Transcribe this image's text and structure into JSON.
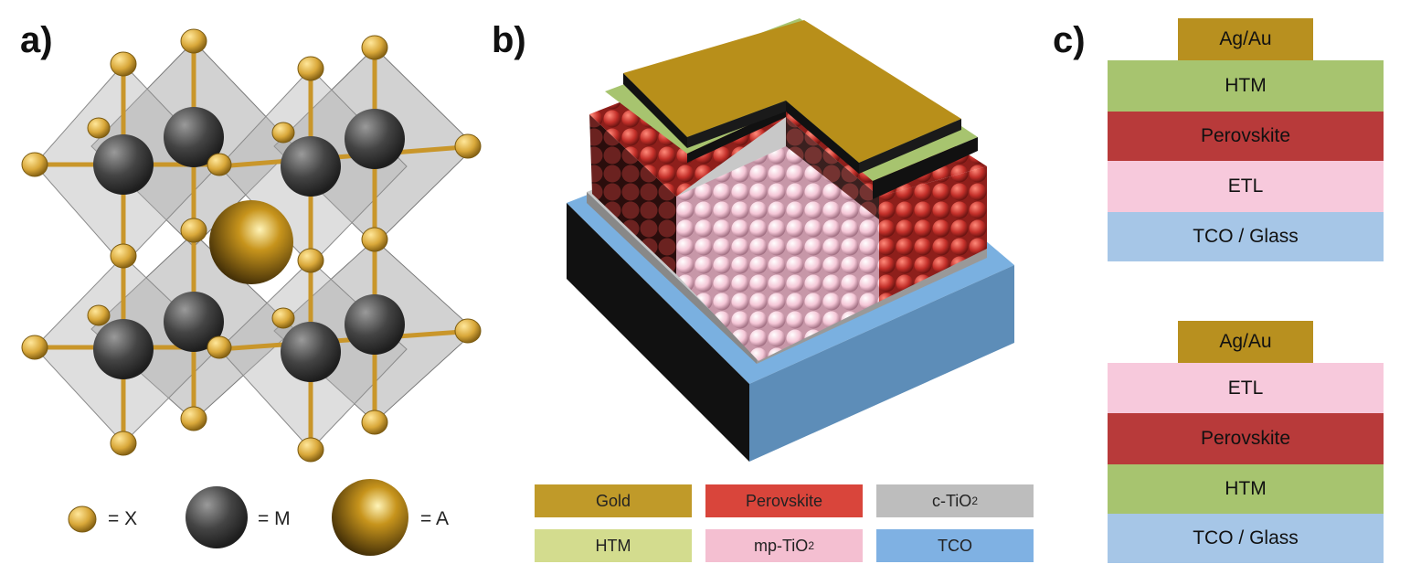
{
  "panel_a": {
    "label": "a)",
    "legend": [
      {
        "key": "X",
        "text": "= X"
      },
      {
        "key": "M",
        "text": "= M"
      },
      {
        "key": "A",
        "text": "= A"
      }
    ]
  },
  "panel_b": {
    "label": "b)",
    "legend": [
      {
        "text": "Gold",
        "color": "#c09a29"
      },
      {
        "text": "Perovskite",
        "color": "#d9453b"
      },
      {
        "text": "c-TiO",
        "sub": "2",
        "color": "#bdbdbd"
      },
      {
        "text": "HTM",
        "color": "#d3dc8e"
      },
      {
        "text": "mp-TiO",
        "sub": "2",
        "color": "#f4bfd1"
      },
      {
        "text": "TCO",
        "color": "#7fb1e3"
      }
    ]
  },
  "panel_c": {
    "label": "c)",
    "stack_top": {
      "cap": "Ag/Au",
      "layers": [
        "HTM",
        "Perovskite",
        "ETL",
        "TCO / Glass"
      ]
    },
    "stack_bottom": {
      "cap": "Ag/Au",
      "layers": [
        "ETL",
        "Perovskite",
        "HTM",
        "TCO / Glass"
      ]
    }
  },
  "colors": {
    "gold": "#b8901f",
    "htm": "#a7c46f",
    "perovskite": "#b83a3a",
    "etl": "#f7c9dc",
    "tco": "#a6c6e7",
    "metal_dark": "#3a3a3a"
  }
}
